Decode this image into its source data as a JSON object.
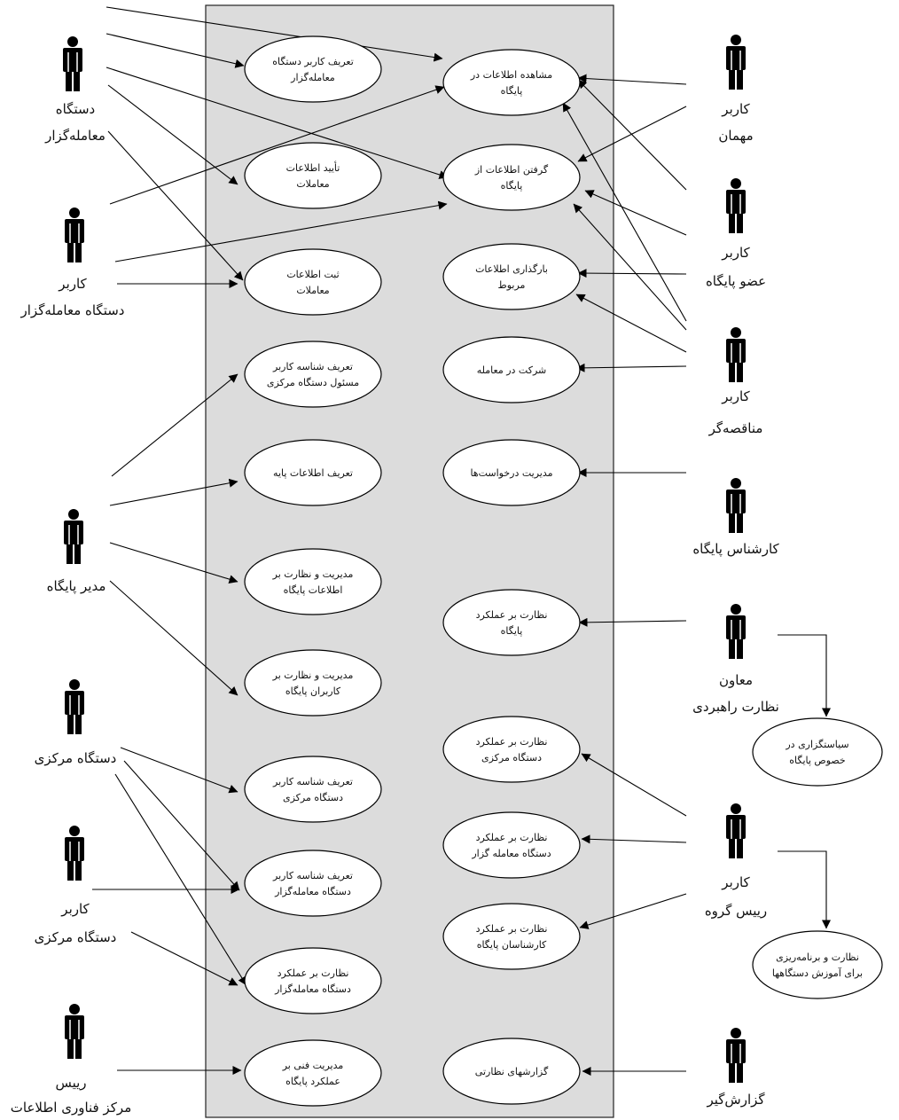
{
  "system_boundary": {
    "fill": "#dcdcdc",
    "stroke": "#222222"
  },
  "actors": [
    {
      "id": "a1",
      "lines": [
        "دستگاه",
        "معامله‌گزار"
      ]
    },
    {
      "id": "a2",
      "lines": [
        "کاربر",
        "دستگاه معامله‌گزار"
      ]
    },
    {
      "id": "a3",
      "lines": [
        "مدیر پایگاه"
      ]
    },
    {
      "id": "a4",
      "lines": [
        "دستگاه مرکزی"
      ]
    },
    {
      "id": "a5",
      "lines": [
        "کاربر",
        "دستگاه مرکزی"
      ]
    },
    {
      "id": "a6",
      "lines": [
        "رییس",
        "مرکز فناوری اطلاعات"
      ]
    },
    {
      "id": "a7",
      "lines": [
        "کاربر",
        "مهمان"
      ]
    },
    {
      "id": "a8",
      "lines": [
        "کاربر",
        "عضو پایگاه"
      ]
    },
    {
      "id": "a9",
      "lines": [
        "کاربر",
        "مناقصه‌گر"
      ]
    },
    {
      "id": "a10",
      "lines": [
        "کارشناس پایگاه"
      ]
    },
    {
      "id": "a11",
      "lines": [
        "معاون",
        "نظارت راهبردی"
      ]
    },
    {
      "id": "a12",
      "lines": [
        "کاربر",
        "رییس گروه"
      ]
    },
    {
      "id": "a13",
      "lines": [
        "گزارش‌گیر"
      ]
    }
  ],
  "use_cases": [
    {
      "id": "L1",
      "lines": [
        "تعریف کاربر دستگاه",
        "معامله‌گزار"
      ]
    },
    {
      "id": "L2",
      "lines": [
        "تأیید اطلاعات",
        "معاملات"
      ]
    },
    {
      "id": "L3",
      "lines": [
        "ثبت اطلاعات",
        "معاملات"
      ]
    },
    {
      "id": "L4",
      "lines": [
        "تعریف شناسه کاربر",
        "مسئول دستگاه مرکزی"
      ]
    },
    {
      "id": "L5",
      "lines": [
        "تعریف اطلاعات پایه"
      ]
    },
    {
      "id": "L6",
      "lines": [
        "مدیریت و نظارت بر",
        "اطلاعات پایگاه"
      ]
    },
    {
      "id": "L7",
      "lines": [
        "مدیریت و نظارت بر",
        "کاربران پایگاه"
      ]
    },
    {
      "id": "L8",
      "lines": [
        "تعریف شناسه کاربر",
        "دستگاه مرکزی"
      ]
    },
    {
      "id": "L9",
      "lines": [
        "تعریف شناسه کاربر",
        "دستگاه معامله‌گزار"
      ]
    },
    {
      "id": "L10",
      "lines": [
        "نظارت بر عملکرد",
        "دستگاه معامله‌گزار"
      ]
    },
    {
      "id": "L11",
      "lines": [
        "مدیریت فنی بر",
        "عملکرد پایگاه"
      ]
    },
    {
      "id": "R1",
      "lines": [
        "مشاهده اطلاعات در",
        "پایگاه"
      ]
    },
    {
      "id": "R2",
      "lines": [
        "گرفتن اطلاعات از",
        "پایگاه"
      ]
    },
    {
      "id": "R3",
      "lines": [
        "بارگذاری اطلاعات",
        "مربوط"
      ]
    },
    {
      "id": "R4",
      "lines": [
        "شرکت در معامله"
      ]
    },
    {
      "id": "R5",
      "lines": [
        "مدیریت درخواست‌ها"
      ]
    },
    {
      "id": "R6",
      "lines": [
        "نظارت بر عملکرد",
        "پایگاه"
      ]
    },
    {
      "id": "R7",
      "lines": [
        "نظارت بر عملکرد",
        "دستگاه مرکزی"
      ]
    },
    {
      "id": "R8",
      "lines": [
        "نظارت بر عملکرد",
        "دستگاه معامله گزار"
      ]
    },
    {
      "id": "R9",
      "lines": [
        "نظارت بر عملکرد",
        "کارشناسان پایگاه"
      ]
    },
    {
      "id": "R10",
      "lines": [
        "گزارشهای نظارتی"
      ]
    },
    {
      "id": "X1",
      "lines": [
        "سیاستگزاری در",
        "خصوص پایگاه"
      ]
    },
    {
      "id": "X2",
      "lines": [
        "نظارت و برنامه‌ریزی",
        "برای آموزش دستگاهها"
      ]
    }
  ]
}
